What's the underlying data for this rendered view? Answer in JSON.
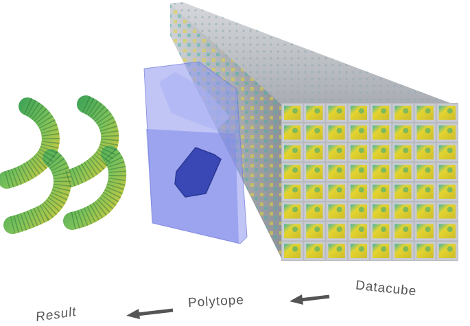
{
  "labels": {
    "result": "Result",
    "polytope": "Polytope",
    "datacube": "Datacube"
  },
  "colors": {
    "background": "#ffffff",
    "label_text": "#555555",
    "arrow": "#555555",
    "polytope_fill": "#8c96ee",
    "polytope_inner": "#2f3fae",
    "cube_grey": "#b7b9be",
    "cube_yellow": "#e3d431",
    "cube_green": "#58b06a",
    "cube_teal": "#3fb3a6",
    "ribbon_green": "#2e9b55",
    "ribbon_yellow": "#d7c93b"
  },
  "datacube_grid": {
    "columns": 8,
    "rows": 8
  }
}
